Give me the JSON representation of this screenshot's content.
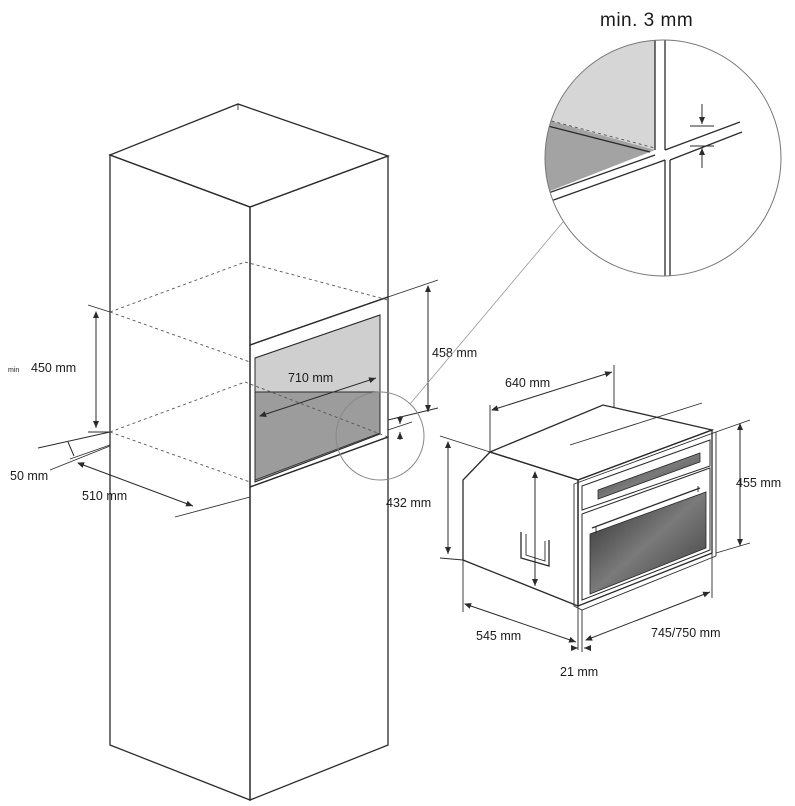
{
  "labels": {
    "min_3mm": "min. 3 mm",
    "min_prefix": "min",
    "h_450": "450 mm",
    "w_710": "710 mm",
    "h_458": "458 mm",
    "d_50": "50 mm",
    "d_510": "510 mm",
    "h_432": "432 mm",
    "d_640": "640 mm",
    "h_455": "455 mm",
    "d_545": "545 mm",
    "w_745_750": "745/750 mm",
    "d_21": "21 mm"
  },
  "colors": {
    "line": "#2b2b2b",
    "niche_back": "#d0d0d0",
    "niche_floor": "#9a9a9a",
    "door_glass": "#6a6a6a"
  }
}
